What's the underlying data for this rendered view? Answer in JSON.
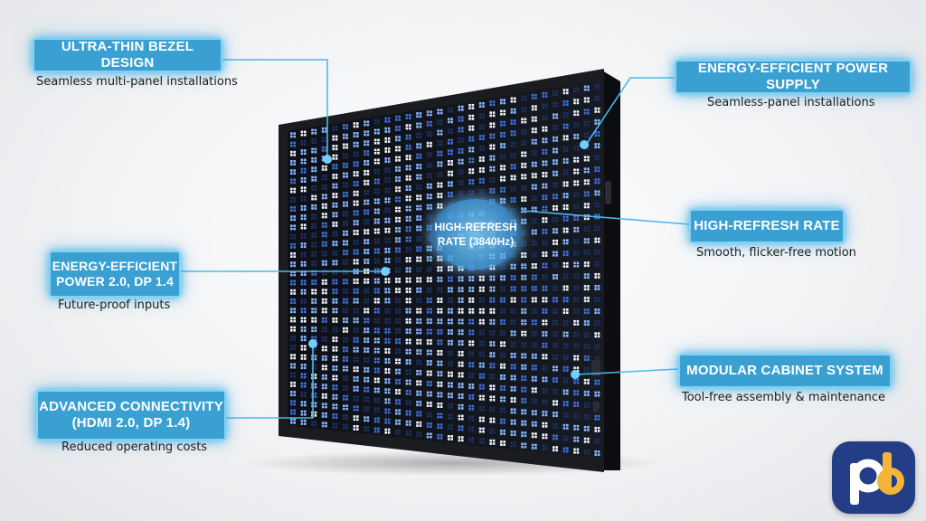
{
  "callouts": {
    "bezel": {
      "title": "ULTRA-THIN BEZEL DESIGN",
      "subtitle": "Seamless multi-panel installations"
    },
    "energy_supply": {
      "title": "ENERGY-EFFICIENT POWER SUPPLY",
      "subtitle": "Seamless-panel installations"
    },
    "refresh": {
      "title": "HIGH-REFRESH RATE",
      "subtitle": "Smooth, flicker-free motion"
    },
    "energy_power": {
      "title_line1": "ENERGY-EFFICIENT",
      "title_line2": "POWER 2.0, DP 1.4",
      "subtitle": "Future-proof inputs"
    },
    "modular": {
      "title": "MODULAR CABINET SYSTEM",
      "subtitle": "Tool-free assembly & maintenance"
    },
    "connectivity": {
      "title_line1": "ADVANCED CONNECTIVITY",
      "title_line2": "(HDMI 2.0, DP 1.4)",
      "subtitle": "Reduced operating costs"
    }
  },
  "center_label": {
    "line1": "HIGH-REFRESH",
    "line2": "RATE (3840Hz)"
  },
  "logo": {
    "text": "pb"
  },
  "colors": {
    "callout_fill": "#3aa0d2",
    "glow": "#7fd4f4",
    "panel_frame": "#1b1c20",
    "logo_bg": "#233d86",
    "logo_p": "#ffffff",
    "logo_b": "#f4b43a"
  },
  "icons": [
    "led-panel",
    "connector-dot",
    "pb-logo"
  ]
}
